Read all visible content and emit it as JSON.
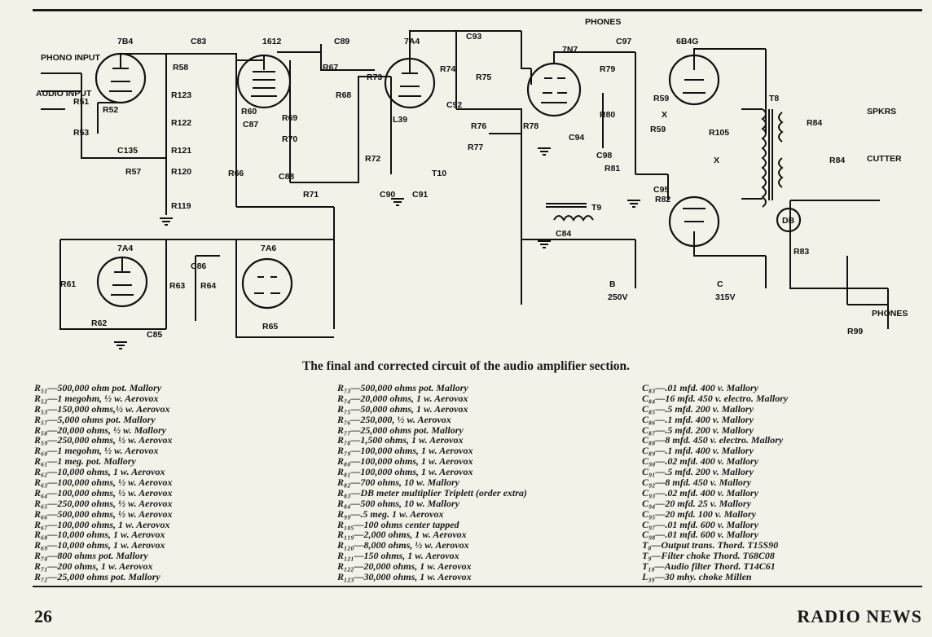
{
  "figure": {
    "labels": {
      "phono_input": "PHONO INPUT",
      "audio_input": "AUDIO INPUT",
      "phones": "PHONES",
      "spkrs": "SPKRS",
      "cutter": "CUTTER",
      "db": "DB",
      "phones_bottom": "PHONES",
      "b_label": "B",
      "b_voltage": "250V",
      "c_label": "C",
      "c_voltage": "315V",
      "tube_7b4": "7B4",
      "tube_1612": "1612",
      "tube_7a4_top": "7A4",
      "tube_7n7": "7N7",
      "tube_6b4g": "6B4G",
      "tube_7a4_bottom": "7A4",
      "tube_7a6": "7A6",
      "c83": "C83",
      "c89": "C89",
      "c93": "C93",
      "c97": "C97",
      "c87": "C87",
      "c88": "C88",
      "c92": "C92",
      "c94": "C94",
      "c98": "C98",
      "c95": "C95",
      "c135": "C135",
      "c90": "C90",
      "c91": "C91",
      "c84": "C84",
      "c86": "C86",
      "c85": "C85",
      "r58": "R58",
      "r123": "R123",
      "r122": "R122",
      "r121": "R121",
      "r120": "R120",
      "r119": "R119",
      "r57": "R57",
      "r51": "R51",
      "r52": "R52",
      "r53": "R53",
      "r67": "R67",
      "r60": "R60",
      "r69": "R69",
      "r70": "R70",
      "r68": "R68",
      "r71": "R71",
      "r66": "R66",
      "r73": "R73",
      "r74": "R74",
      "r75": "R75",
      "r76": "R76",
      "r77": "R77",
      "r72": "R72",
      "l39": "L39",
      "t10": "T10",
      "r79": "R79",
      "r80": "R80",
      "r78": "R78",
      "r81": "R81",
      "r59a": "R59",
      "r59b": "R59",
      "r105": "R105",
      "r82": "R82",
      "x1": "X",
      "x2": "X",
      "t8": "T8",
      "r84a": "R84",
      "r84b": "R84",
      "r83": "R83",
      "r99": "R99",
      "t9": "T9",
      "r61": "R61",
      "r62": "R62",
      "r63": "R63",
      "r64": "R64",
      "r65": "R65"
    }
  },
  "caption": "The final and corrected circuit of the audio amplifier section.",
  "parts_col1": [
    "R₅₁—500,000 ohm pot. Mallory",
    "R₅₂—1 megohm, ½ w. Aerovox",
    "R₅₃—150,000 ohms,½ w. Aerovox",
    "R₅₇—5,000 ohms pot. Mallory",
    "R₅₈—20,000 ohms, ½ w. Mallory",
    "R₅₉—250,000 ohms, ½ w. Aerovox",
    "R₆₀—1 megohm, ½ w. Aerovox",
    "R₆₁—1 meg. pot. Mallory",
    "R₆₂—10,000 ohms, 1 w. Aerovox",
    "R₆₃—100,000 ohms, ½ w. Aerovox",
    "R₆₄—100,000 ohms, ½ w. Aerovox",
    "R₆₅—250,000 ohms, ½ w. Aerovox",
    "R₆₆—500,000 ohms, ½ w. Aerovox",
    "R₆₇—100,000 ohms, 1 w. Aerovox",
    "R₆₈—10,000 ohms, 1 w. Aerovox",
    "R₆₉—10,000 ohms, 1 w. Aerovox",
    "R₇₀—800 ohms pot. Mallory",
    "R₇₁—200 ohms, 1 w. Aerovox",
    "R₇₂—25,000 ohms pot. Mallory"
  ],
  "parts_col2": [
    "R₇₃—500,000 ohms pot. Mallory",
    "R₇₄—20,000 ohms, 1 w. Aerovox",
    "R₇₅—50,000 ohms, 1 w. Aerovox",
    "R₇₆—250,000, ½ w. Aerovox",
    "R₇₇—25,000 ohms pot. Mallory",
    "R₇₈—1,500 ohms, 1 w. Aerovox",
    "R₇₉—100,000 ohms, 1 w. Aerovox",
    "R₈₀—100,000 ohms, 1 w. Aerovox",
    "R₈₁—100,000 ohms, 1 w. Aerovox",
    "R₈₂—700 ohms, 10 w. Mallory",
    "R₈₃—DB meter multiplier Triplett (order extra)",
    "R₈₄—500 ohms, 10 w. Mallory",
    "R₉₉—.5 meg. 1 w. Aerovox",
    "R₁₀₅—100 ohms center tapped",
    "R₁₁₉—2,000 ohms, 1 w. Aerovox",
    "R₁₂₀—8,000 ohms, ½ w. Aerovox",
    "R₁₂₁—150 ohms, 1 w. Aerovox",
    "R₁₂₂—20,000 ohms, 1 w. Aerovox",
    "R₁₂₃—30,000 ohms, 1 w. Aerovox"
  ],
  "parts_col3": [
    "C₈₃—.01 mfd. 400 v. Mallory",
    "C₈₄—16 mfd. 450 v. electro. Mallory",
    "C₈₅—.5 mfd. 200 v. Mallory",
    "C₈₆—.1 mfd. 400 v. Mallory",
    "C₈₇—.5 mfd. 200 v. Mallory",
    "C₈₈—8 mfd. 450 v. electro. Mallory",
    "C₈₉—.1 mfd. 400 v. Mallory",
    "C₉₀—.02 mfd. 400 v. Mallory",
    "C₉₁—.5 mfd. 200 v. Mallory",
    "C₉₂—8 mfd. 450 v. Mallory",
    "C₉₃—.02 mfd. 400 v. Mallory",
    "C₉₄—20 mfd. 25 v. Mallory",
    "C₉₅—20 mfd. 100 v. Mallory",
    "C₉₇—.01 mfd. 600 v. Mallory",
    "C₉₈—.01 mfd. 600 v. Mallory",
    "T₈—Output trans. Thord. T15S90",
    "T₉—Filter choke Thord. T68C08",
    "T₁₀—Audio filter Thord. T14C61",
    "L₃₉—30 mhy. choke Millen"
  ],
  "page_number": "26",
  "magazine": "RADIO NEWS"
}
